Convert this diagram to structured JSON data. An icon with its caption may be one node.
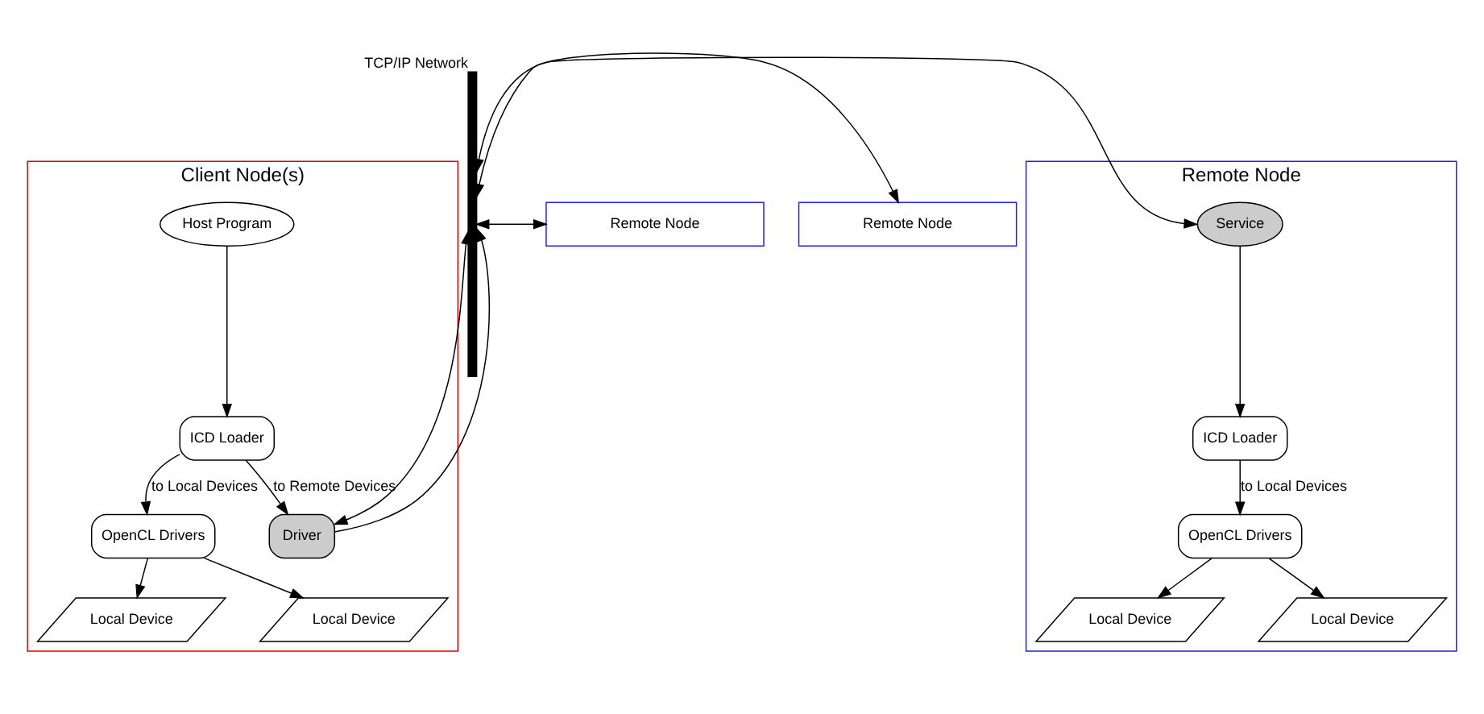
{
  "diagram": {
    "nodes": [
      {
        "text": [
          "Client Node(s)"
        ]
      },
      {
        "text": [
          "Host Program"
        ],
        "in": 0
      },
      {
        "text": [
          "ICD Loader"
        ],
        "in": 0
      },
      {
        "text": [
          "OpenCL Drivers"
        ],
        "in": 0
      },
      {
        "text": [
          "Driver"
        ],
        "in": 0
      },
      {
        "text": [
          "Local Device"
        ],
        "in": 0
      },
      {
        "text": [
          "Local Device"
        ],
        "in": 0
      },
      {
        "text": [
          "TCP/IP Network"
        ]
      },
      {
        "text": [
          "Remote Node"
        ]
      },
      {
        "text": [
          "Service"
        ],
        "in": 8
      },
      {
        "text": [
          "ICD Loader"
        ],
        "in": 8
      },
      {
        "text": [
          "OpenCL Drivers"
        ],
        "in": 8
      },
      {
        "text": [
          "Local Device"
        ],
        "in": 8
      },
      {
        "text": [
          "Local Device"
        ],
        "in": 8
      },
      {
        "text": [
          "Remote Node"
        ]
      },
      {
        "text": [
          "Remote Node"
        ]
      }
    ],
    "edges": [
      {
        "from": 1,
        "to": 2,
        "arrow": "to"
      },
      {
        "from": 2,
        "to": 3,
        "arrow": "to",
        "label": "to Local Devices"
      },
      {
        "from": 2,
        "to": 4,
        "arrow": "to",
        "label": "to Remote Devices"
      },
      {
        "from": 3,
        "to": 5,
        "arrow": "to"
      },
      {
        "from": 3,
        "to": 6,
        "arrow": "to"
      },
      {
        "from": 4,
        "to": 7,
        "arrow": "both"
      },
      {
        "from": 4,
        "to": 7,
        "arrow": "to"
      },
      {
        "from": 7,
        "to": 9,
        "arrow": "both"
      },
      {
        "from": 9,
        "to": 10,
        "arrow": "to"
      },
      {
        "from": 10,
        "to": 11,
        "arrow": "to",
        "label": "to Local Devices"
      },
      {
        "from": 11,
        "to": 12,
        "arrow": "to"
      },
      {
        "from": 11,
        "to": 13,
        "arrow": "to"
      },
      {
        "from": 7,
        "to": 14,
        "arrow": "both"
      },
      {
        "from": 7,
        "to": 15,
        "arrow": "both"
      }
    ]
  }
}
